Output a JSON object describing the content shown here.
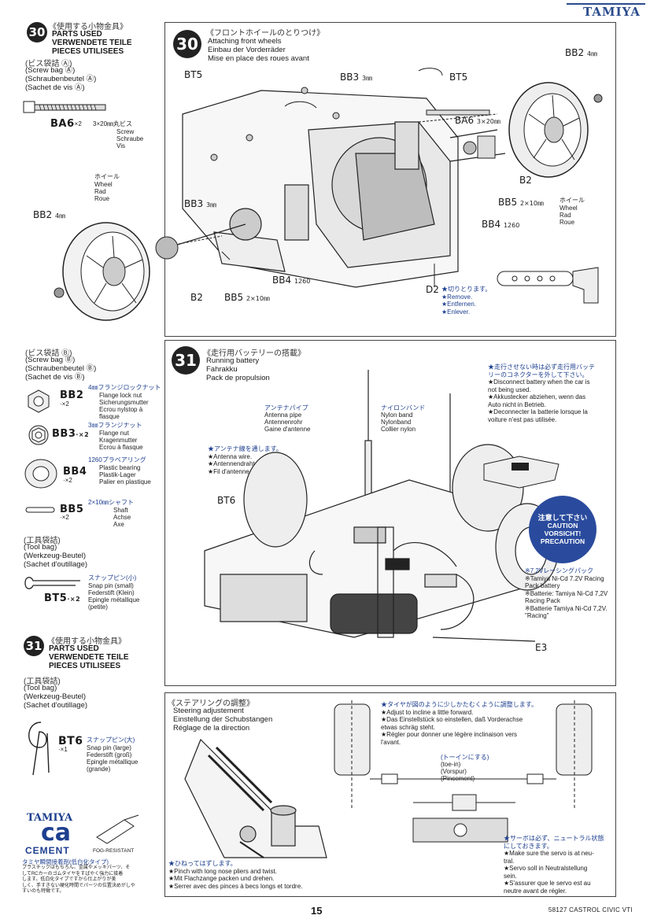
{
  "header": {
    "brand": "TAMIYA"
  },
  "footer": {
    "page": "15",
    "model": "58127 CASTROL CIVIC VTI"
  },
  "left30": {
    "num": "30",
    "jp": "《使用する小物金具》",
    "lines": [
      "PARTS USED",
      "VERWENDETE TEILE",
      "PIECES UTILISEES"
    ],
    "bag_jp": "(ビス袋詰 Ⓐ)",
    "bag": [
      "(Screw bag Ⓐ)",
      "(Schraubenbeutel Ⓐ)",
      "(Sachet de vis Ⓐ)"
    ],
    "ba6_code": "BA6",
    "ba6_qty": "·×2",
    "ba6_jp": "3×20㎜丸ビス",
    "ba6_desc": [
      "Screw",
      "Schraube",
      "Vis"
    ],
    "wheel_jp": "ホイール",
    "wheel_desc": [
      "Wheel",
      "Rad",
      "Roue"
    ],
    "bb2_code": "BB2",
    "bb2_unit": "4㎜"
  },
  "step30": {
    "num": "30",
    "jp": "《フロントホイールのとりつけ》",
    "lines": [
      "Attaching front wheels",
      "Einbau der Vorderräder",
      "Mise en place des roues avant"
    ],
    "labels": {
      "bt5a": "BT5",
      "bb3a": "BB3",
      "bb3a_u": "3㎜",
      "bt5b": "BT5",
      "bb2": "BB2",
      "bb2_u": "4㎜",
      "ba6": "BA6",
      "ba6_u": "3×20㎜",
      "b2a": "B2",
      "bb3b": "BB3",
      "bb3b_u": "3㎜",
      "bb5": "BB5",
      "bb5_u": "2×10㎜",
      "bb4": "BB4",
      "bb4_u": "1260",
      "bb4b": "BB4",
      "bb4b_u": "1260",
      "b2b": "B2",
      "bb5b": "BB5",
      "bb5b_u": "2×10㎜",
      "d2": "D2"
    },
    "wheel_jp": "ホイール",
    "wheel_desc": [
      "Wheel",
      "Rad",
      "Roue"
    ],
    "cut_jp": "★切りとります。",
    "cut": [
      "★Remove.",
      "★Entfernen.",
      "★Enlever."
    ]
  },
  "left31": {
    "bag_jp": "(ビス袋詰 Ⓑ)",
    "bag": [
      "(Screw bag Ⓑ)",
      "(Schraubenbeutel Ⓑ)",
      "(Sachet de vis Ⓑ)"
    ],
    "bb2": {
      "code": "BB2",
      "qty": "·×2",
      "jp": "4㎜フランジロックナット",
      "desc": [
        "Flange lock nut",
        "Sicherungsmutter",
        "Ecrou nylstop à",
        "flasque"
      ]
    },
    "bb3": {
      "code": "BB3",
      "qty": "·×2",
      "jp": "3㎜フランジナット",
      "desc": [
        "Flange nut",
        "Kragenmutter",
        "Ecrou à flasque"
      ]
    },
    "bb4": {
      "code": "BB4",
      "qty": "·×2",
      "jp": "1260プラベアリング",
      "desc": [
        "Plastic bearing",
        "Plastik-Lager",
        "Palier en plastique"
      ]
    },
    "bb5": {
      "code": "BB5",
      "qty": "·×2",
      "jp": "2×10㎜シャフト",
      "desc": [
        "Shaft",
        "Achse",
        "Axe"
      ]
    },
    "tool_jp": "(工具袋詰)",
    "tool": [
      "(Tool bag)",
      "(Werkzeug-Beutel)",
      "(Sachet d'outillage)"
    ],
    "bt5": {
      "code": "BT5",
      "qty": "·×2",
      "jp": "スナップピン(小)",
      "desc": [
        "Snap pin (small)",
        "Federstift (Klein)",
        "Epingle métallique",
        "(petite)"
      ]
    }
  },
  "left31b": {
    "num": "31",
    "jp": "《使用する小物金具》",
    "lines": [
      "PARTS USED",
      "VERWENDETE TEILE",
      "PIECES UTILISEES"
    ],
    "tool_jp": "(工具袋詰)",
    "tool": [
      "(Tool bag)",
      "(Werkzeug-Beutel)",
      "(Sachet d'outillage)"
    ],
    "bt6": {
      "code": "BT6",
      "qty": "·×1",
      "jp": "スナップピン(大)",
      "desc": [
        "Snap pin (large)",
        "Federstift (groß)",
        "Epingle métallique",
        "(grande)"
      ]
    }
  },
  "step31": {
    "num": "31",
    "jp": "《走行用バッテリーの搭載》",
    "lines": [
      "Running battery",
      "Fahrakku",
      "Pack de propulsion"
    ],
    "disc_jp": [
      "★走行させない時は必ず走行用バッテ",
      "リーのコネクターを外して下さい。"
    ],
    "disc": [
      "★Disconnect battery when the car is",
      "not being used.",
      "★Akkustecker abziehen, wenn das",
      "Auto nicht in Betrieb.",
      "★Deconnecter la batterie lorsque la",
      "voiture n'est pas utilisée."
    ],
    "ant_jp": "アンテナパイプ",
    "ant": [
      "Antenna pipe",
      "Antennenrohr",
      "Gaine d'antenne"
    ],
    "nylon_jp": "ナイロンバンド",
    "nylon": [
      "Nylon band",
      "Nylonband",
      "Collier nylon"
    ],
    "wire_jp": "★アンテナ線を通します。",
    "wire": [
      "★Antenna wire.",
      "★Antennendraht.",
      "★Fil d'antenne."
    ],
    "bt6": "BT6",
    "caution": [
      "注意して下さい",
      "CAUTION",
      "VORSICHT!",
      "PRECAUTION"
    ],
    "pack_jp": "※7.2Vレーシングパック",
    "pack": [
      "※Tamiya Ni-Cd 7.2V Racing",
      "Pack battery",
      "※Batterie: Tamiya Ni-Cd 7,2V",
      "Racing Pack",
      "※Batterie Tamiya Ni-Cd 7,2V.",
      "\"Racing\""
    ],
    "e3": "E3"
  },
  "steer": {
    "jp": "《ステアリングの調整》",
    "lines": [
      "Steering adjustement",
      "Einstellung der Schubstangen",
      "Réglage de la direction"
    ],
    "adj_jp": "★タイヤが図のように少しかたむくように調整します。",
    "adj": [
      "★Adjust to incline a little forward.",
      "★Das Einstellstück so einstellen, daß Vorderachse",
      "etwas schräg steht.",
      "★Régler pour donner une légère inclinaison vers",
      "l'avant."
    ],
    "toein_jp": "(トーインにする)",
    "toein": [
      "(toe-in)",
      "(Vorspur)",
      "(Pincement)"
    ],
    "pinch_jp": "★ひねってはずします。",
    "pinch": [
      "★Pinch with long nose pliers and twist.",
      "★Mit Flachzange packen und drehen.",
      "★Serrer avec des pinces à becs longs et tordre."
    ],
    "servo_jp": [
      "★サーボは必ず、ニュートラル状態",
      "にしておきます。"
    ],
    "servo": [
      "★Make sure the servo is at neu-",
      "tral.",
      "★Servo soll in Neutralstellung",
      "sein.",
      "★S'assurer que le servo est au",
      "neutre avant de régler."
    ]
  },
  "cement": {
    "brand": "TAMIYA",
    "ca": "ca",
    "word": "CEMENT",
    "fog": "FOG-RESISTANT",
    "jp_title": "タミヤ瞬間接着剤(低白化タイプ)",
    "jp": [
      "プラスチックはもちろん、金属やメッキパーツ、そ",
      "してRCカーのゴムタイヤをすばやく強力に接着",
      "します。低白化タイプですから仕上がりが美",
      "しく、手すきない硬化時間でパーツの位置決めがしや",
      "すいのも特徴です。"
    ]
  }
}
